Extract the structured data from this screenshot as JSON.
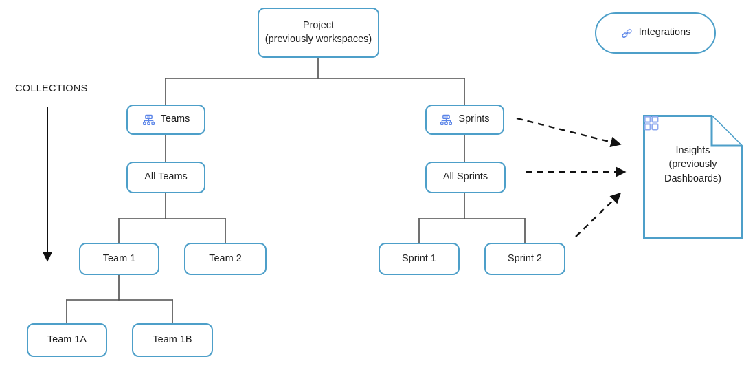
{
  "diagram": {
    "title_annotation": "COLLECTIONS",
    "colors": {
      "node_border": "#4d9fc9",
      "node_fill": "#ffffff",
      "connector": "#4d4d4d",
      "arrow_dashed": "#111111",
      "icon_blue": "#5b85e8",
      "icon_blue_light": "#8ea9ef",
      "text": "#1f1f1f"
    },
    "nodes": {
      "project": {
        "label": "Project\n(previously workspaces)"
      },
      "integrations": {
        "label": "Integrations",
        "icon": "link-chain-icon"
      },
      "teams": {
        "label": "Teams",
        "icon": "hierarchy-icon"
      },
      "sprints": {
        "label": "Sprints",
        "icon": "hierarchy-icon"
      },
      "all_teams": {
        "label": "All Teams"
      },
      "all_sprints": {
        "label": "All Sprints"
      },
      "team_1": {
        "label": "Team 1"
      },
      "team_2": {
        "label": "Team 2"
      },
      "sprint_1": {
        "label": "Sprint 1"
      },
      "sprint_2": {
        "label": "Sprint 2"
      },
      "team_1a": {
        "label": "Team 1A"
      },
      "team_1b": {
        "label": "Team 1B"
      },
      "insights": {
        "label": "Insights\n(previously\nDashboards)",
        "icon": "grid-dashboard-icon"
      }
    },
    "edges": [
      {
        "from": "project",
        "to": "teams",
        "style": "solid"
      },
      {
        "from": "project",
        "to": "sprints",
        "style": "solid"
      },
      {
        "from": "teams",
        "to": "all_teams",
        "style": "solid"
      },
      {
        "from": "all_teams",
        "to": "team_1",
        "style": "solid"
      },
      {
        "from": "all_teams",
        "to": "team_2",
        "style": "solid"
      },
      {
        "from": "team_1",
        "to": "team_1a",
        "style": "solid"
      },
      {
        "from": "team_1",
        "to": "team_1b",
        "style": "solid"
      },
      {
        "from": "sprints",
        "to": "all_sprints",
        "style": "solid"
      },
      {
        "from": "all_sprints",
        "to": "sprint_1",
        "style": "solid"
      },
      {
        "from": "all_sprints",
        "to": "sprint_2",
        "style": "solid"
      },
      {
        "from": "sprints",
        "to": "insights",
        "style": "dashed-arrow"
      },
      {
        "from": "all_sprints",
        "to": "insights",
        "style": "dashed-arrow"
      },
      {
        "from": "sprint_2",
        "to": "insights",
        "style": "dashed-arrow"
      }
    ]
  }
}
